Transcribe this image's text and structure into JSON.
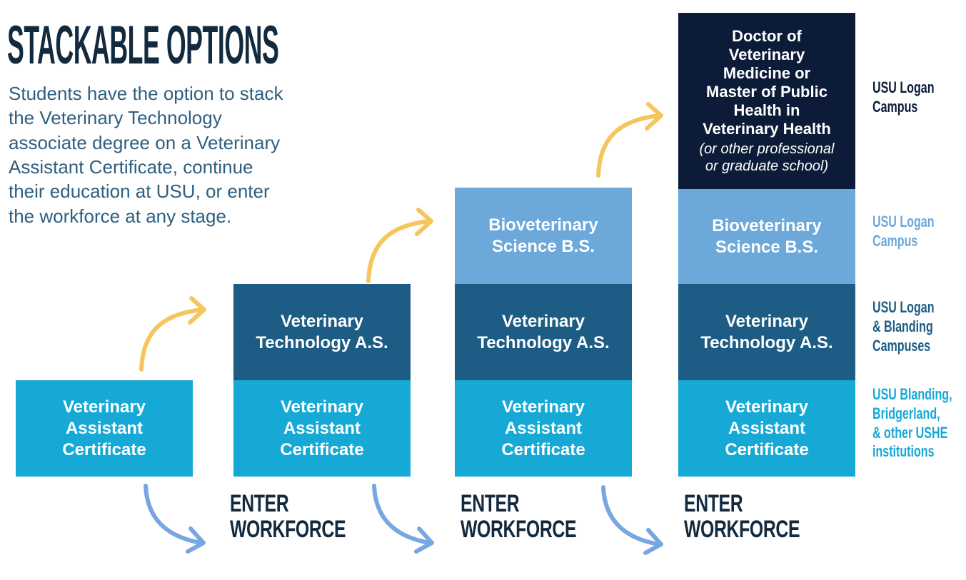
{
  "header": {
    "title": "STACKABLE OPTIONS",
    "description": "Students have the option to stack\nthe Veterinary Technology\nassociate degree on a Veterinary\nAssistant Certificate, continue\ntheir education at USU, or enter\nthe workforce at any stage."
  },
  "columns": [
    {
      "id": "column-1",
      "boxes": [
        {
          "type": "certificate",
          "label": "Veterinary\nAssistant\nCertificate"
        }
      ]
    },
    {
      "id": "column-2",
      "boxes": [
        {
          "type": "associate",
          "label": "Veterinary\nTechnology A.S."
        },
        {
          "type": "certificate",
          "label": "Veterinary\nAssistant\nCertificate"
        }
      ]
    },
    {
      "id": "column-3",
      "boxes": [
        {
          "type": "bachelor",
          "label": "Bioveterinary\nScience B.S."
        },
        {
          "type": "associate",
          "label": "Veterinary\nTechnology A.S."
        },
        {
          "type": "certificate",
          "label": "Veterinary\nAssistant\nCertificate"
        }
      ]
    },
    {
      "id": "column-4",
      "boxes": [
        {
          "type": "doctorate",
          "label": "Doctor of\nVeterinary\nMedicine or\nMaster of Public\nHealth in\nVeterinary Health",
          "sublabel": "(or other professional\nor graduate school)"
        },
        {
          "type": "bachelor",
          "label": "Bioveterinary\nScience B.S."
        },
        {
          "type": "associate",
          "label": "Veterinary\nTechnology A.S."
        },
        {
          "type": "certificate",
          "label": "Veterinary\nAssistant\nCertificate"
        }
      ]
    }
  ],
  "campus_labels": [
    {
      "level": "doctorate",
      "text": "USU Logan\nCampus"
    },
    {
      "level": "bachelor",
      "text": "USU Logan\nCampus"
    },
    {
      "level": "associate",
      "text": "USU Logan\n& Blanding\nCampuses"
    },
    {
      "level": "certificate",
      "text": "USU Blanding,\nBridgerland,\n& other USHE\ninstitutions"
    }
  ],
  "workforce_labels": [
    {
      "text": "ENTER\nWORKFORCE"
    },
    {
      "text": "ENTER\nWORKFORCE"
    },
    {
      "text": "ENTER\nWORKFORCE"
    }
  ],
  "arrows": {
    "up_count": 3,
    "down_count": 3
  },
  "colors": {
    "certificate_box": "#17a9d6",
    "associate_box": "#1d5c84",
    "bachelor_box": "#6ca8da",
    "doctorate_box": "#0c1b38",
    "up_arrow": "#f5c55e",
    "down_arrow": "#77a6e1",
    "title_text": "#132a3e",
    "body_text": "#2e5f80",
    "box_text": "#ffffff"
  }
}
